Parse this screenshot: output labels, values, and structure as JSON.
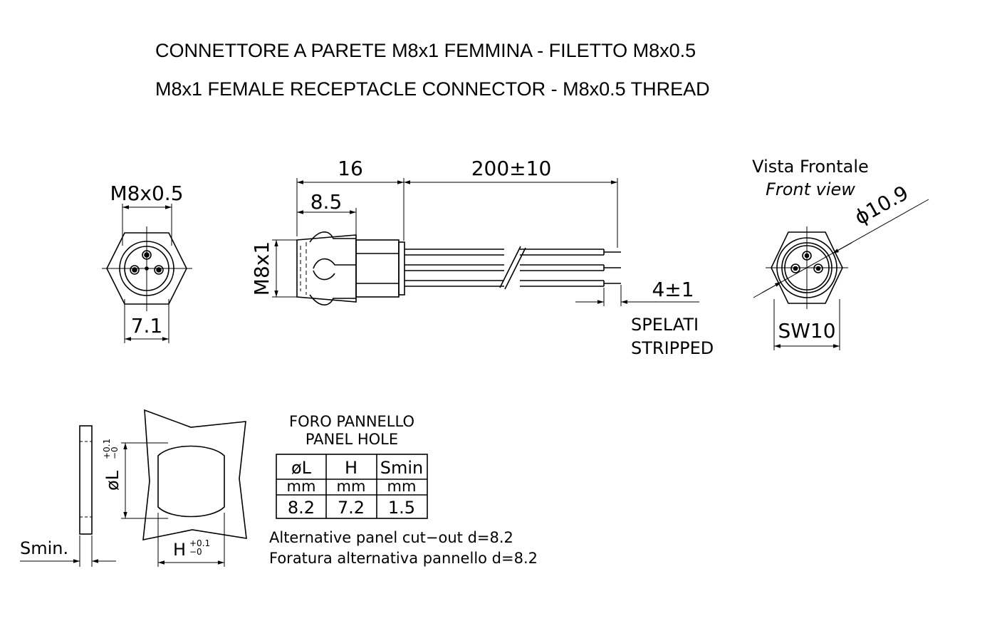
{
  "titles": {
    "italian": "CONNETTORE A PARETE M8x1 FEMMINA - FILETTO M8x0.5",
    "english": "M8x1 FEMALE RECEPTACLE CONNECTOR - M8x0.5 THREAD"
  },
  "left_view": {
    "thread_label": "M8x0.5",
    "width_label": "7.1"
  },
  "side_view": {
    "length_label": "16",
    "partial_length_label": "8.5",
    "cable_length_label": "200±10",
    "thread_label": "M8x1",
    "strip_length_label": "4±1",
    "strip_it": "SPELATI",
    "strip_en": "STRIPPED"
  },
  "front_view": {
    "title_it": "Vista  Frontale",
    "title_en": "Front  view",
    "diameter_label": "ϕ10.9",
    "wrench_label": "SW10"
  },
  "panel": {
    "diameter_dim": "øL",
    "diameter_tol_plus": "+0.1",
    "diameter_tol_minus": "−0",
    "flat_dim": "H",
    "flat_tol_plus": "+0.1",
    "flat_tol_minus": "−0",
    "thickness_label": "Smin.",
    "table_title_it": "FORO  PANNELLO",
    "table_title_en": "PANEL  HOLE",
    "headers": [
      "øL",
      "H",
      "Smin"
    ],
    "units": [
      "mm",
      "mm",
      "mm"
    ],
    "values": [
      "8.2",
      "7.2",
      "1.5"
    ],
    "note_en": "Alternative  panel  cut−out  d=8.2",
    "note_it": "Foratura  alternativa  pannello  d=8.2"
  }
}
